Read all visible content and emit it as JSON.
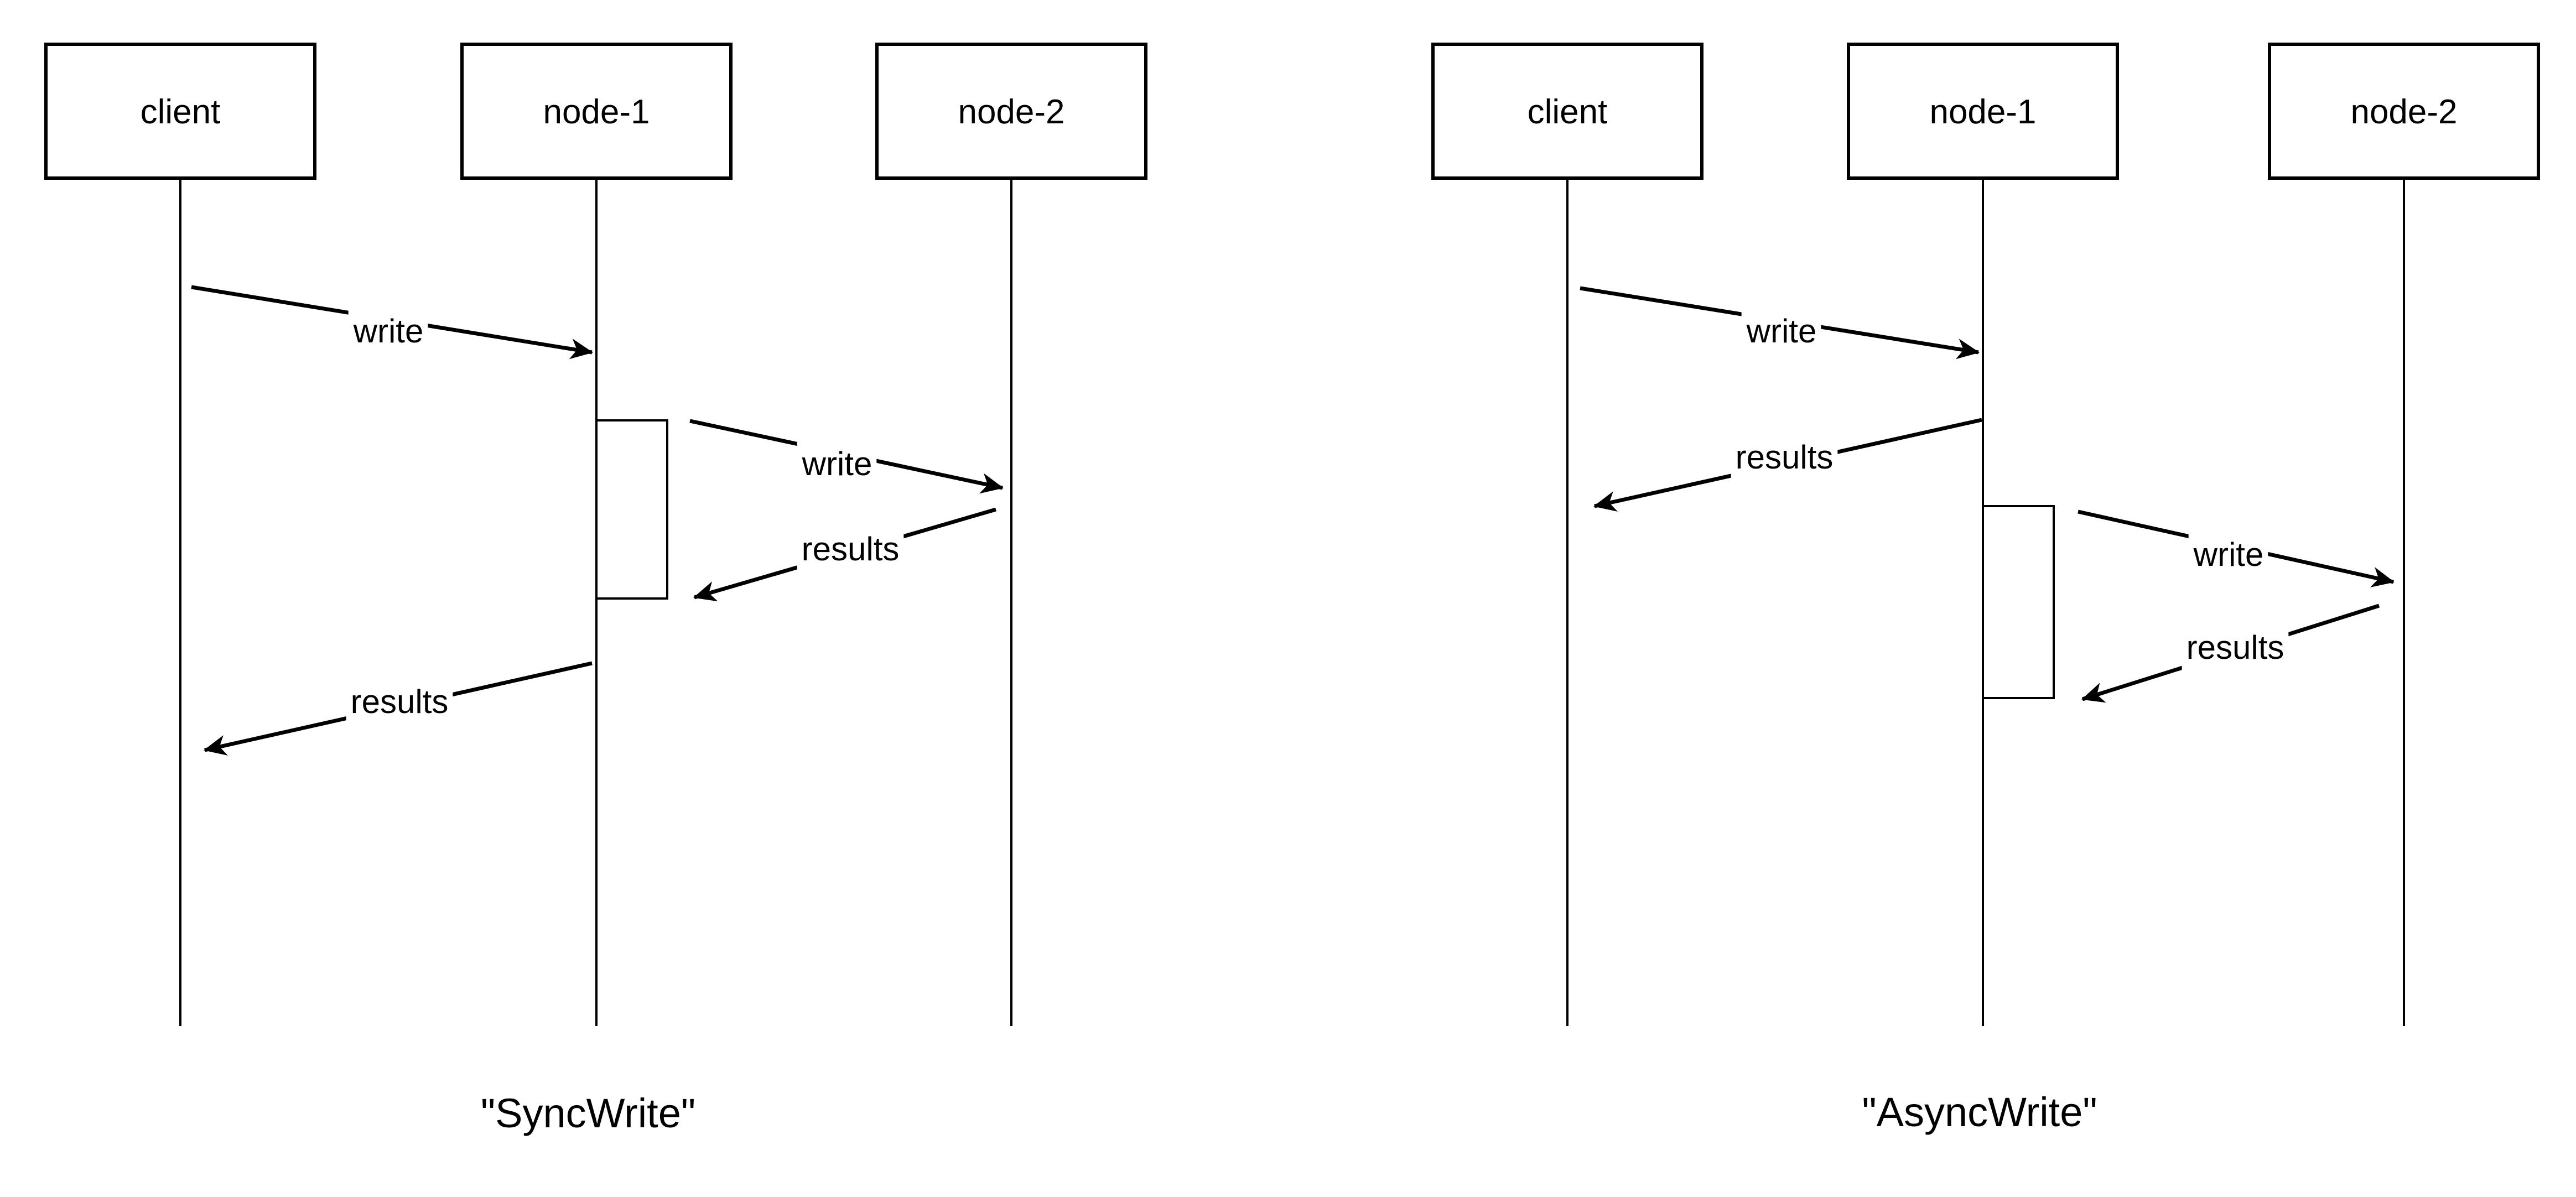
{
  "page": {
    "background_color": "#ffffff",
    "ink_color": "#000000"
  },
  "diagrams": [
    {
      "name": "sync-write-sequence",
      "caption": "\"SyncWrite\"",
      "actors": [
        {
          "label": "client"
        },
        {
          "label": "node-1"
        },
        {
          "label": "node-2"
        }
      ],
      "messages": [
        {
          "label": "write",
          "from": "client",
          "to": "node-1"
        },
        {
          "label": "write",
          "from": "node-1",
          "to": "node-2"
        },
        {
          "label": "results",
          "from": "node-2",
          "to": "node-1"
        },
        {
          "label": "results",
          "from": "node-1",
          "to": "client"
        }
      ]
    },
    {
      "name": "async-write-sequence",
      "caption": "\"AsyncWrite\"",
      "actors": [
        {
          "label": "client"
        },
        {
          "label": "node-1"
        },
        {
          "label": "node-2"
        }
      ],
      "messages": [
        {
          "label": "write",
          "from": "client",
          "to": "node-1"
        },
        {
          "label": "results",
          "from": "node-1",
          "to": "client"
        },
        {
          "label": "write",
          "from": "node-1",
          "to": "node-2"
        },
        {
          "label": "results",
          "from": "node-2",
          "to": "node-1"
        }
      ]
    }
  ]
}
